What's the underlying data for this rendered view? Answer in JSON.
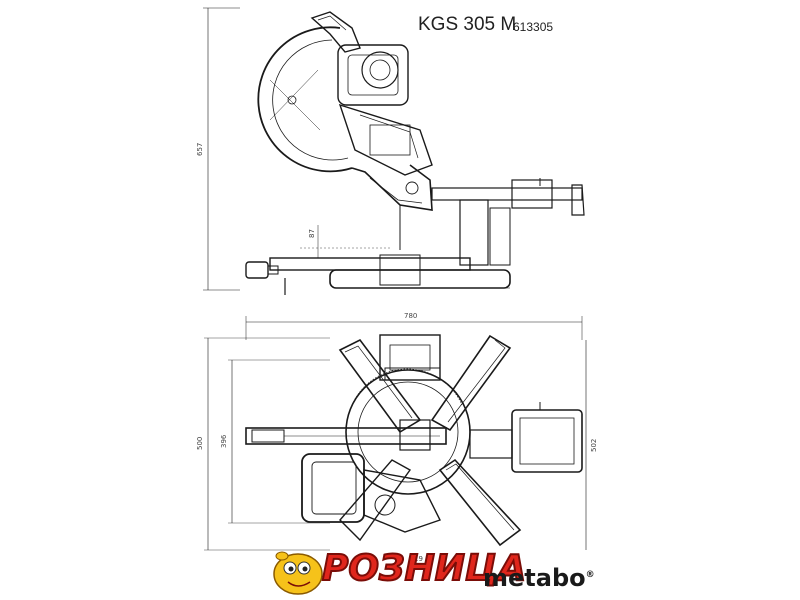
{
  "header": {
    "model": "KGS 305 M",
    "article_no": "613305"
  },
  "dimensions": {
    "height_total": "657",
    "height_table": "87",
    "width_total": "780",
    "depth_left": "500",
    "depth_inner": "396",
    "depth_right": "502",
    "bottom_small": "19"
  },
  "logos": {
    "shop_name": "РОЗНИЦА",
    "brand": "metabo",
    "brand_mark": "®"
  },
  "colors": {
    "line": "#1a1a1a",
    "shop_red": "#e0261c",
    "mascot_yellow": "#f6c21a"
  }
}
